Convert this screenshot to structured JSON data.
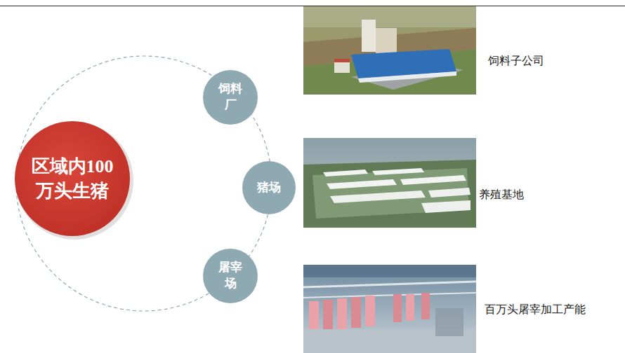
{
  "diagram": {
    "nodes": [
      {
        "text": [
          "区域内100 万头生猪"
        ]
      },
      {
        "text": [
          "饲料 厂"
        ]
      },
      {
        "text": [
          "猪场"
        ]
      },
      {
        "text": [
          "屠宰 场"
        ]
      }
    ],
    "labels": [
      "饲料子公司",
      "养殖基地",
      "百万头屠宰加工产能"
    ]
  }
}
